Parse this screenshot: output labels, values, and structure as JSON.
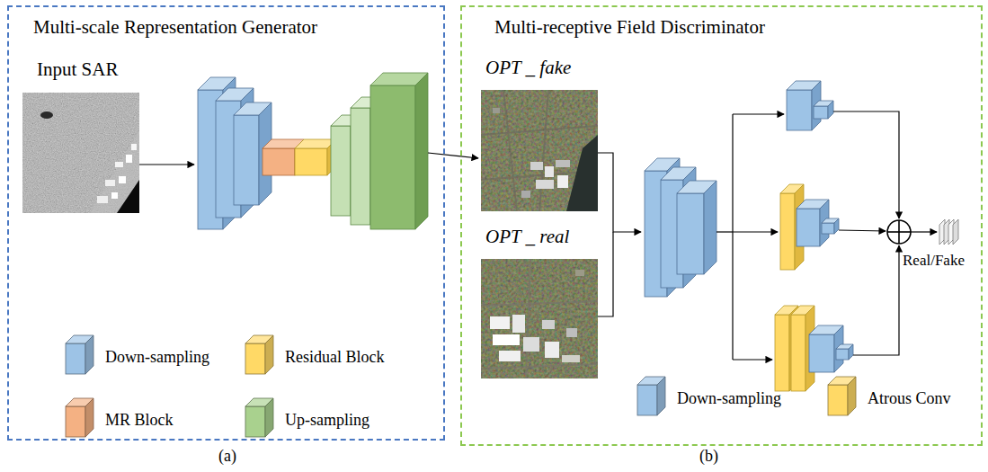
{
  "diagram": {
    "nodes": [
      {
        "text": [
          "Multi-scale Representation Generator"
        ]
      },
      {
        "text": [
          "Input SAR"
        ],
        "in": 0
      },
      {
        "text": [
          "Multi-receptive Field Discriminator"
        ]
      },
      {
        "text": [
          "OPT _ fake"
        ],
        "in": 2
      },
      {
        "text": [
          "OPT _ real"
        ],
        "in": 2
      }
    ],
    "labels": [
      "Real/Fake",
      "(a)",
      "(b)"
    ],
    "legend": [
      {
        "text": "Down-sampling",
        "color": "#9dc3e6"
      },
      {
        "text": "Residual Block",
        "color": "#ffd966"
      },
      {
        "text": "MR Block",
        "color": "#f4b183"
      },
      {
        "text": "Up-sampling",
        "color": "#a9d18e"
      },
      {
        "text": "Down-sampling",
        "color": "#9dc3e6"
      },
      {
        "text": "Atrous Conv",
        "color": "#ffd966"
      }
    ]
  }
}
